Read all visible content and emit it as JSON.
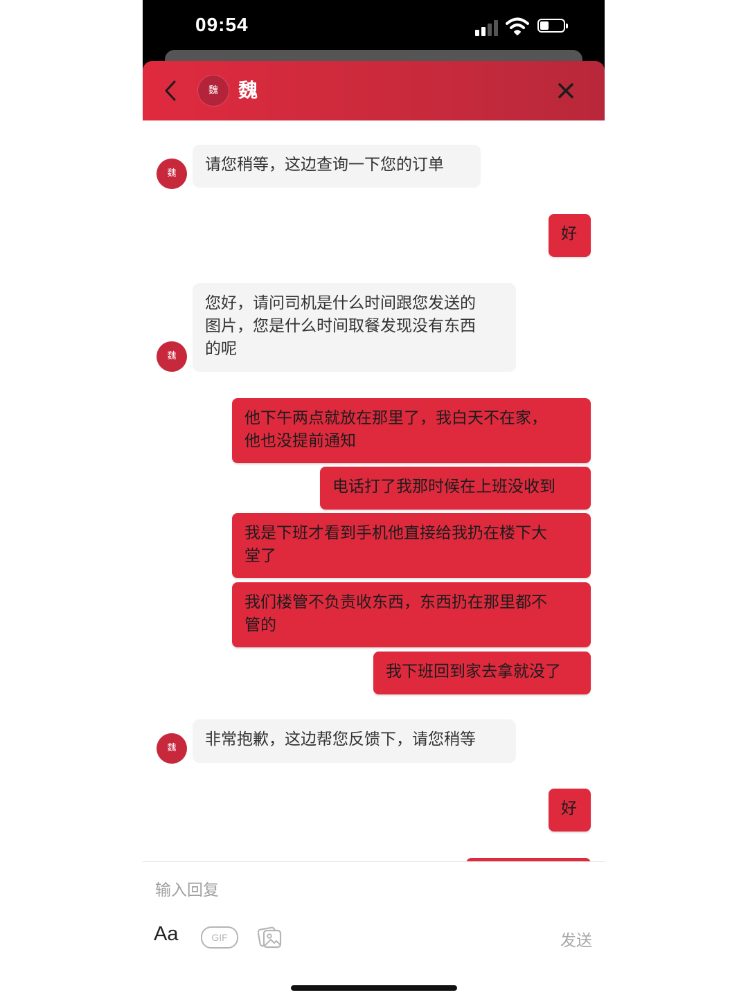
{
  "status_bar": {
    "time": "09:54"
  },
  "header": {
    "avatar_text": "魏",
    "contact_name": "魏"
  },
  "messages": [
    {
      "from": "agent",
      "avatar_text": "魏",
      "text": "请您稍等，这边查询一下您的订单"
    },
    {
      "from": "user",
      "text": "好"
    },
    {
      "from": "agent",
      "avatar_text": "魏",
      "lines": [
        "您好，请问司机是什么时间跟您发送的",
        "图片，您是什么时间取餐发现没有东西",
        "的呢"
      ]
    },
    {
      "from": "user",
      "lines": [
        "他下午两点就放在那里了，我白天不在家，",
        "他也没提前通知"
      ]
    },
    {
      "from": "user",
      "text": "电话打了我那时候在上班没收到"
    },
    {
      "from": "user",
      "lines": [
        "我是下班才看到手机他直接给我扔在楼下大",
        "堂了"
      ]
    },
    {
      "from": "user",
      "lines": [
        "我们楼管不负责收东西，东西扔在那里都不",
        "管的"
      ]
    },
    {
      "from": "user",
      "text": "我下班回到家去拿就没了"
    },
    {
      "from": "agent",
      "avatar_text": "魏",
      "text": "非常抱歉，这边帮您反馈下，请您稍等"
    },
    {
      "from": "user",
      "text": "好"
    }
  ],
  "composer": {
    "placeholder": "输入回复",
    "font_button": "Aa",
    "gif_button": "GIF",
    "send_label": "发送"
  },
  "colors": {
    "header_red": "#e02a3e",
    "user_bubble": "#df2a3e",
    "agent_bubble": "#f4f4f4",
    "avatar_red": "#c8283c"
  }
}
